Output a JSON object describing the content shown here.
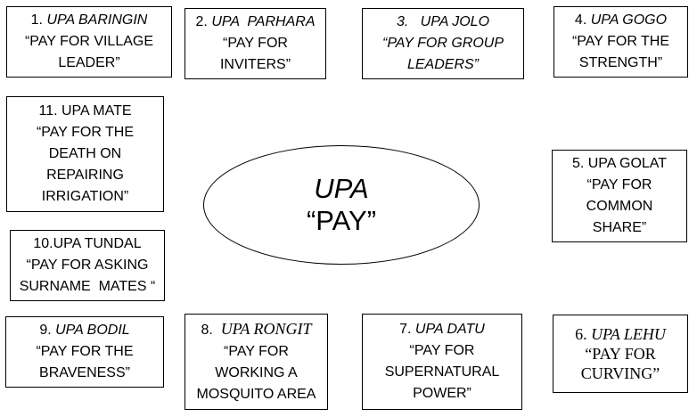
{
  "center": {
    "title": "UPA",
    "subtitle": "“PAY”"
  },
  "boxes": {
    "b1": {
      "num": "1. ",
      "name": "UPA BARINGIN",
      "desc": "“PAY FOR VILLAGE\nLEADER”"
    },
    "b2": {
      "num": "2. ",
      "name": "UPA  PARHARA",
      "desc": "“PAY FOR\nINVITERS”"
    },
    "b3": {
      "num": "3.   ",
      "name": "UPA JOLO",
      "desc": "“PAY FOR GROUP\nLEADERS”"
    },
    "b4": {
      "num": "4. ",
      "name": "UPA GOGO",
      "desc": "“PAY FOR THE\nSTRENGTH”"
    },
    "b5": {
      "label": "5. UPA GOLAT",
      "desc": "“PAY FOR\nCOMMON\nSHARE”"
    },
    "b6": {
      "num": "6. ",
      "name": "UPA LEHU",
      "desc": "“PAY FOR\nCURVING”"
    },
    "b7": {
      "num": "7. ",
      "name": "UPA DATU",
      "desc": "“PAY FOR\nSUPERNATURAL\nPOWER”"
    },
    "b8": {
      "num": "8.  ",
      "name": "UPA RONGIT",
      "desc": "“PAY FOR\nWORKING A\nMOSQUITO AREA"
    },
    "b9": {
      "num": "9. ",
      "name": "UPA BODIL",
      "desc": "“PAY FOR THE\nBRAVENESS”"
    },
    "b10": {
      "label": "10.UPA TUNDAL",
      "desc": "“PAY FOR ASKING\nSURNAME  MATES “"
    },
    "b11": {
      "label": "11. UPA MATE",
      "desc": "“PAY FOR THE\nDEATH ON\nREPAIRING\nIRRIGATION”"
    }
  }
}
